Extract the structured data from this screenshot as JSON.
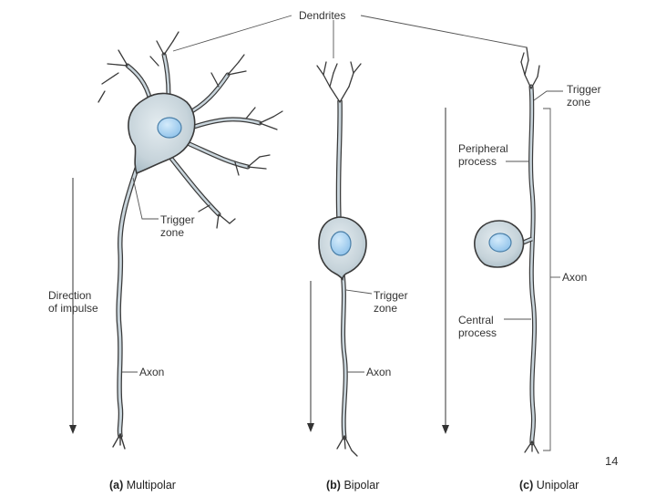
{
  "labels": {
    "dendrites": "Dendrites",
    "trigger_zone_a_1": "Trigger",
    "trigger_zone_a_2": "zone",
    "direction_1": "Direction",
    "direction_2": "of impulse",
    "axon_a": "Axon",
    "trigger_zone_b_1": "Trigger",
    "trigger_zone_b_2": "zone",
    "axon_b": "Axon",
    "trigger_zone_c_1": "Trigger",
    "trigger_zone_c_2": "zone",
    "peripheral_1": "Peripheral",
    "peripheral_2": "process",
    "axon_c": "Axon",
    "central_1": "Central",
    "central_2": "process"
  },
  "captions": {
    "a_letter": "(a)",
    "a_name": "Multipolar",
    "b_letter": "(b)",
    "b_name": "Bipolar",
    "c_letter": "(c)",
    "c_name": "Unipolar"
  },
  "page_number": "14",
  "colors": {
    "cell_fill": "#c9d5dc",
    "cell_stroke": "#3a3a3a",
    "nucleus_fill": "#a9d2f0",
    "nucleus_stroke": "#4a7fa8",
    "leader_line": "#555555"
  }
}
